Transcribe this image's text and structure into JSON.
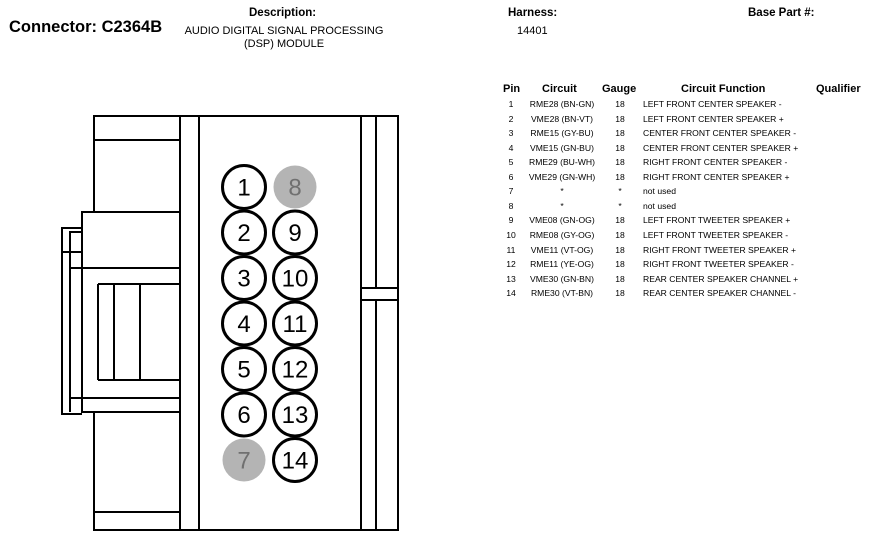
{
  "connector_label": "Connector: C2364B",
  "description": {
    "heading": "Description:",
    "line1": "AUDIO DIGITAL SIGNAL PROCESSING",
    "line2": "(DSP) MODULE"
  },
  "harness": {
    "heading": "Harness:",
    "value": "14401"
  },
  "base_part": {
    "heading": "Base Part #:"
  },
  "table": {
    "headers": {
      "pin": "Pin",
      "circuit": "Circuit",
      "gauge": "Gauge",
      "function": "Circuit Function",
      "qualifier": "Qualifier"
    },
    "rows": [
      {
        "pin": "1",
        "circuit": "RME28 (BN-GN)",
        "gauge": "18",
        "function": "LEFT FRONT CENTER SPEAKER -"
      },
      {
        "pin": "2",
        "circuit": "VME28 (BN-VT)",
        "gauge": "18",
        "function": "LEFT FRONT CENTER SPEAKER +"
      },
      {
        "pin": "3",
        "circuit": "RME15 (GY-BU)",
        "gauge": "18",
        "function": "CENTER FRONT CENTER SPEAKER -"
      },
      {
        "pin": "4",
        "circuit": "VME15 (GN-BU)",
        "gauge": "18",
        "function": "CENTER FRONT CENTER SPEAKER +"
      },
      {
        "pin": "5",
        "circuit": "RME29 (BU-WH)",
        "gauge": "18",
        "function": "RIGHT FRONT CENTER SPEAKER -"
      },
      {
        "pin": "6",
        "circuit": "VME29 (GN-WH)",
        "gauge": "18",
        "function": "RIGHT FRONT CENTER SPEAKER +"
      },
      {
        "pin": "7",
        "circuit": "*",
        "gauge": "*",
        "function": "not used"
      },
      {
        "pin": "8",
        "circuit": "*",
        "gauge": "*",
        "function": "not used"
      },
      {
        "pin": "9",
        "circuit": "VME08 (GN-OG)",
        "gauge": "18",
        "function": "LEFT FRONT TWEETER SPEAKER +"
      },
      {
        "pin": "10",
        "circuit": "RME08 (GY-OG)",
        "gauge": "18",
        "function": "LEFT FRONT TWEETER SPEAKER -"
      },
      {
        "pin": "11",
        "circuit": "VME11 (VT-OG)",
        "gauge": "18",
        "function": "RIGHT FRONT TWEETER SPEAKER +"
      },
      {
        "pin": "12",
        "circuit": "RME11 (YE-OG)",
        "gauge": "18",
        "function": "RIGHT FRONT TWEETER SPEAKER -"
      },
      {
        "pin": "13",
        "circuit": "VME30 (GN-BN)",
        "gauge": "18",
        "function": "REAR CENTER SPEAKER CHANNEL +"
      },
      {
        "pin": "14",
        "circuit": "RME30 (VT-BN)",
        "gauge": "18",
        "function": "REAR CENTER SPEAKER CHANNEL -"
      }
    ]
  },
  "connector_face": {
    "left_column": [
      "1",
      "2",
      "3",
      "4",
      "5",
      "6",
      "7"
    ],
    "right_column": [
      "8",
      "9",
      "10",
      "11",
      "12",
      "13",
      "14"
    ],
    "unused_pins": [
      "7",
      "8"
    ],
    "colors": {
      "unused_fill": "#b4b4b4",
      "unused_text": "#707070",
      "outline": "#000000"
    }
  }
}
